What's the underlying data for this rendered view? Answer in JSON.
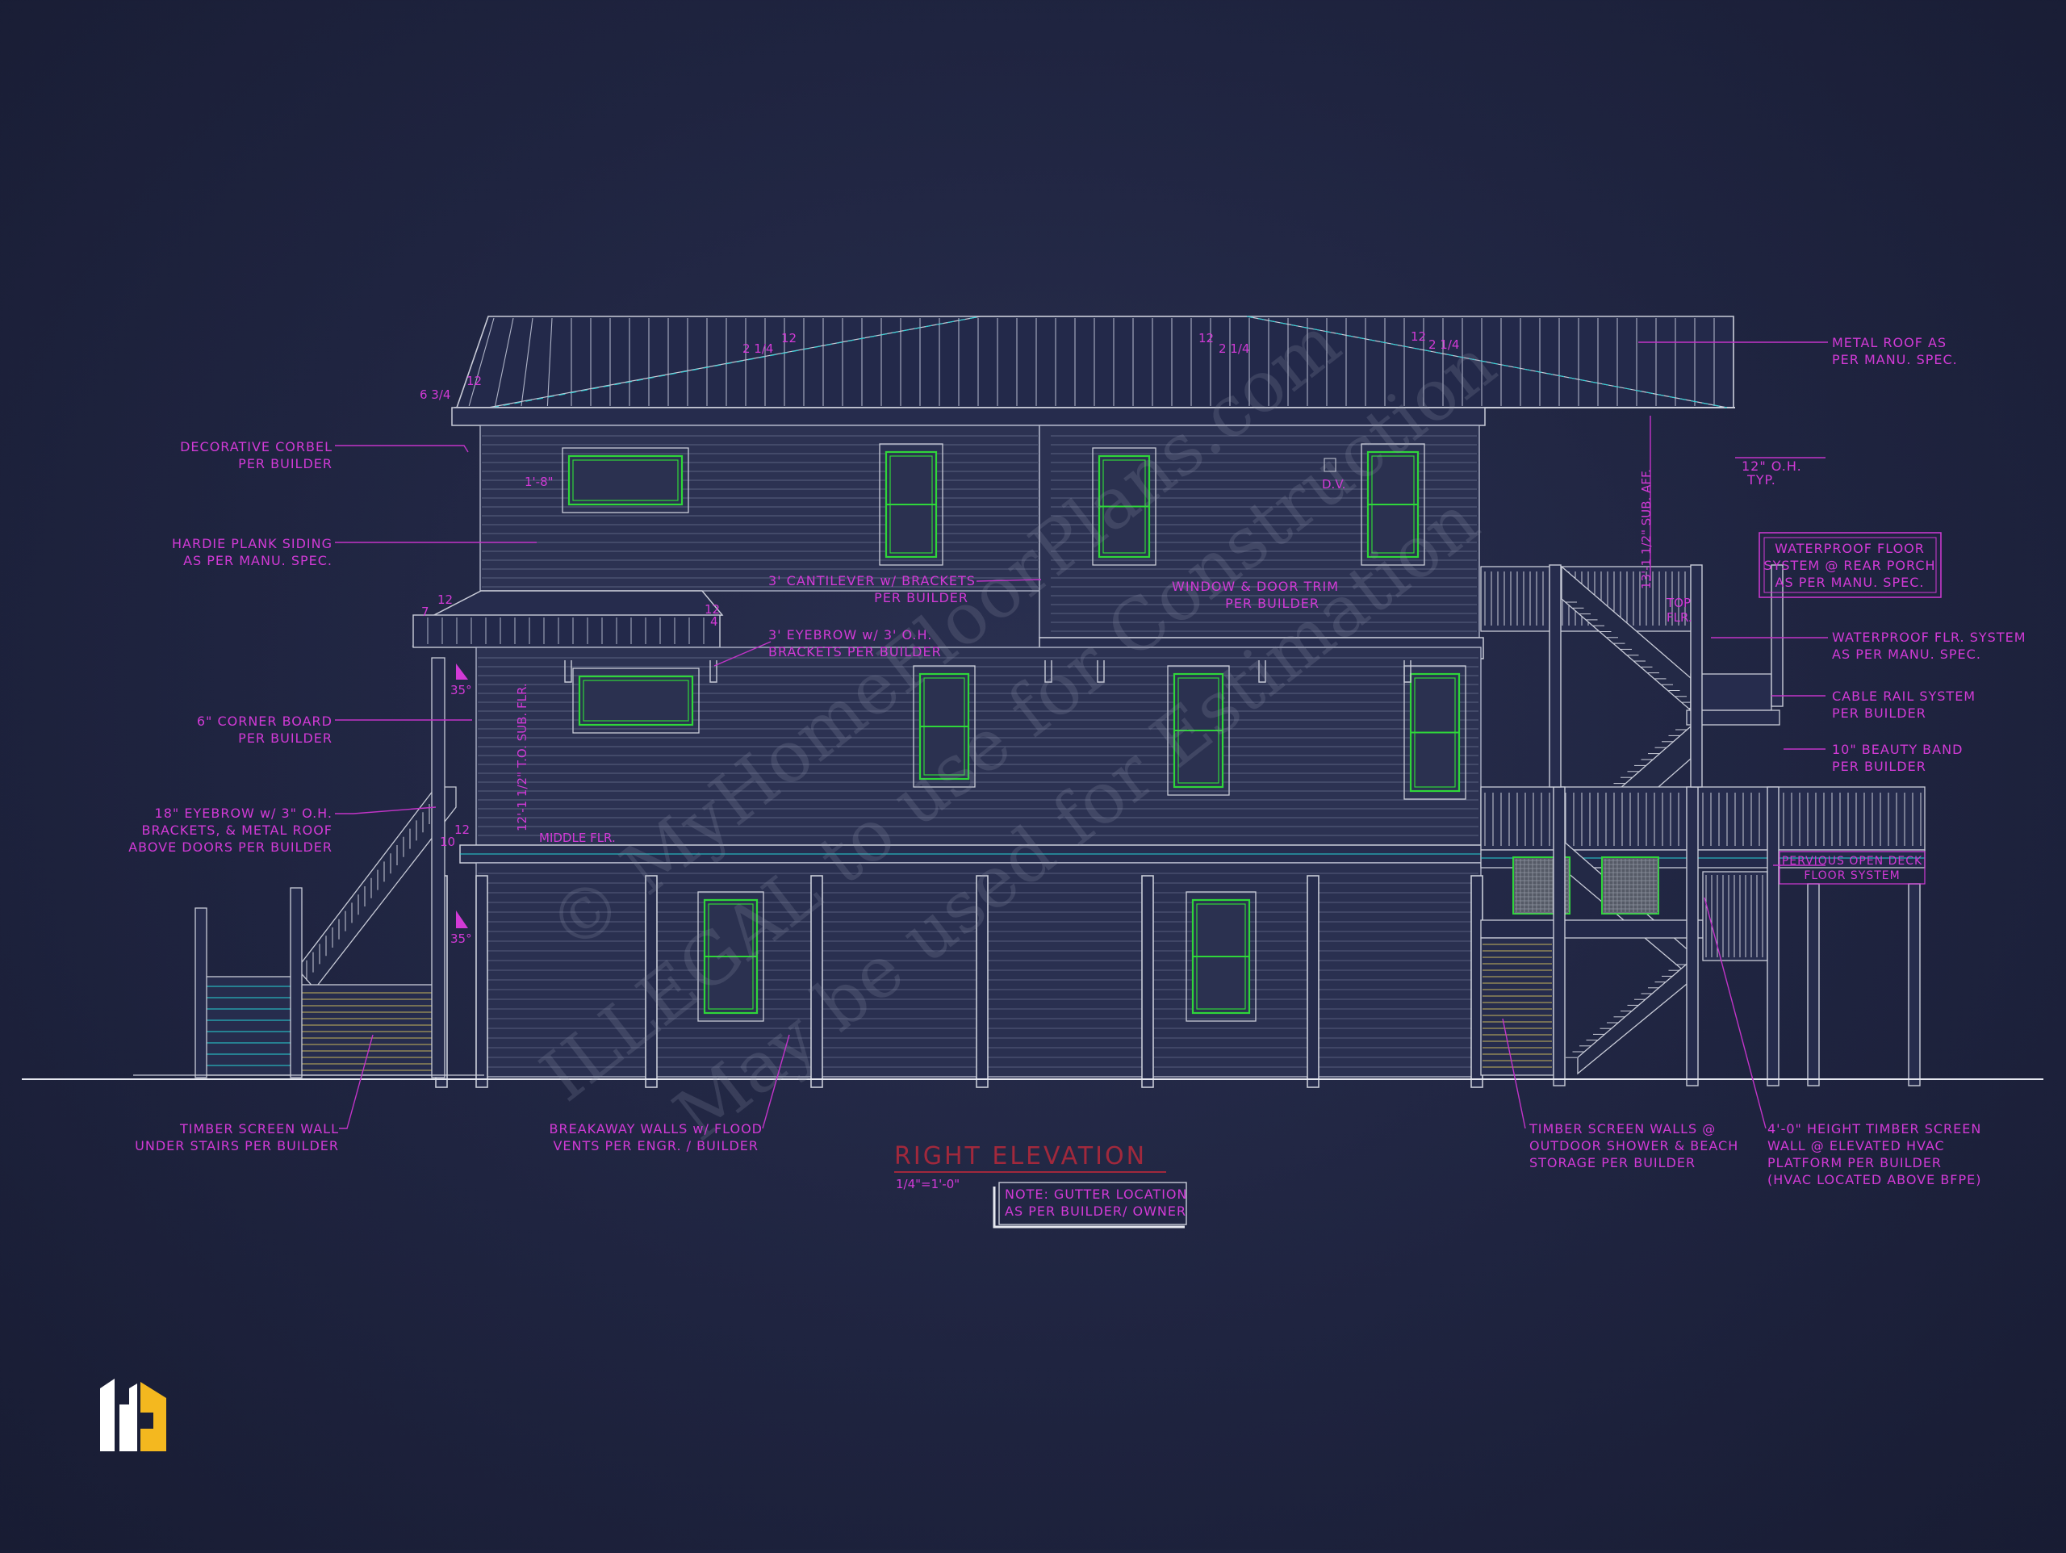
{
  "drawing": {
    "title": "RIGHT ELEVATION",
    "scale": "1/4\"=1'-0\"",
    "note_box": [
      "NOTE: GUTTER LOCATION",
      "AS PER BUILDER/ OWNER"
    ],
    "watermark": [
      "© MyHomeFloorPlans.com",
      "ILLEGAL to use for Construction",
      "May be used for Estimation"
    ],
    "callouts_left": [
      [
        "DECORATIVE CORBEL",
        "PER BUILDER"
      ],
      [
        "HARDIE PLANK SIDING",
        "AS PER MANU. SPEC."
      ],
      [
        "6\" CORNER BOARD",
        "PER BUILDER"
      ],
      [
        "18\" EYEBROW w/ 3\" O.H.",
        "BRACKETS, & METAL ROOF",
        "ABOVE DOORS PER BUILDER"
      ]
    ],
    "callouts_center": [
      [
        "3' CANTILEVER w/ BRACKETS",
        "PER BUILDER"
      ],
      [
        "3' EYEBROW w/ 3' O.H.",
        "BRACKETS PER BUILDER"
      ],
      [
        "WINDOW & DOOR TRIM",
        "PER BUILDER"
      ]
    ],
    "callouts_right": [
      [
        "METAL ROOF AS",
        "PER MANU. SPEC."
      ],
      [
        "12\" O.H.",
        "TYP."
      ],
      [
        "WATERPROOF FLOOR",
        "SYSTEM @ REAR PORCH",
        "AS PER MANU. SPEC."
      ],
      [
        "WATERPROOF FLR. SYSTEM",
        "AS PER MANU. SPEC."
      ],
      [
        "CABLE RAIL SYSTEM",
        "PER BUILDER"
      ],
      [
        "10\" BEAUTY BAND",
        "PER BUILDER"
      ],
      [
        "PERVIOUS OPEN DECK",
        "FLOOR SYSTEM"
      ]
    ],
    "callouts_bottom": [
      [
        "TIMBER SCREEN WALL",
        "UNDER STAIRS PER BUILDER"
      ],
      [
        "BREAKAWAY WALLS w/ FLOOD",
        "VENTS PER ENGR. / BUILDER"
      ],
      [
        "TIMBER SCREEN WALLS @",
        "OUTDOOR SHOWER & BEACH",
        "STORAGE PER BUILDER"
      ],
      [
        "4'-0\" HEIGHT TIMBER SCREEN",
        "WALL @ ELEVATED HVAC",
        "PLATFORM PER BUILDER",
        "(HVAC LOCATED ABOVE BFPE)"
      ]
    ],
    "dims": {
      "pitch_a": "2 1/4",
      "pitch_a_rise": "12",
      "pitch_b": "6 3/4",
      "pitch_b_rise": "12",
      "pitch_c": "2 1/4",
      "pitch_c_rise": "12",
      "pitch_d": "2 1/4",
      "pitch_d_rise": "12",
      "pitch_e": "7",
      "pitch_e_rise": "12",
      "pitch_f": "4",
      "pitch_f_rise": "12",
      "angle_a": "35°",
      "angle_b": "35°",
      "pitch_g": "10",
      "pitch_g_rise": "12",
      "overhang": "1'-8\"",
      "dv": "D.V.",
      "middle_flr": "MIDDLE FLR.",
      "middle_height": "12'-1 1/2\" T.O. SUB. FLR.",
      "top_height": "13'-1 1/2\" SUB. AFF.",
      "top_flr": [
        "TOP",
        "FLR."
      ]
    }
  }
}
